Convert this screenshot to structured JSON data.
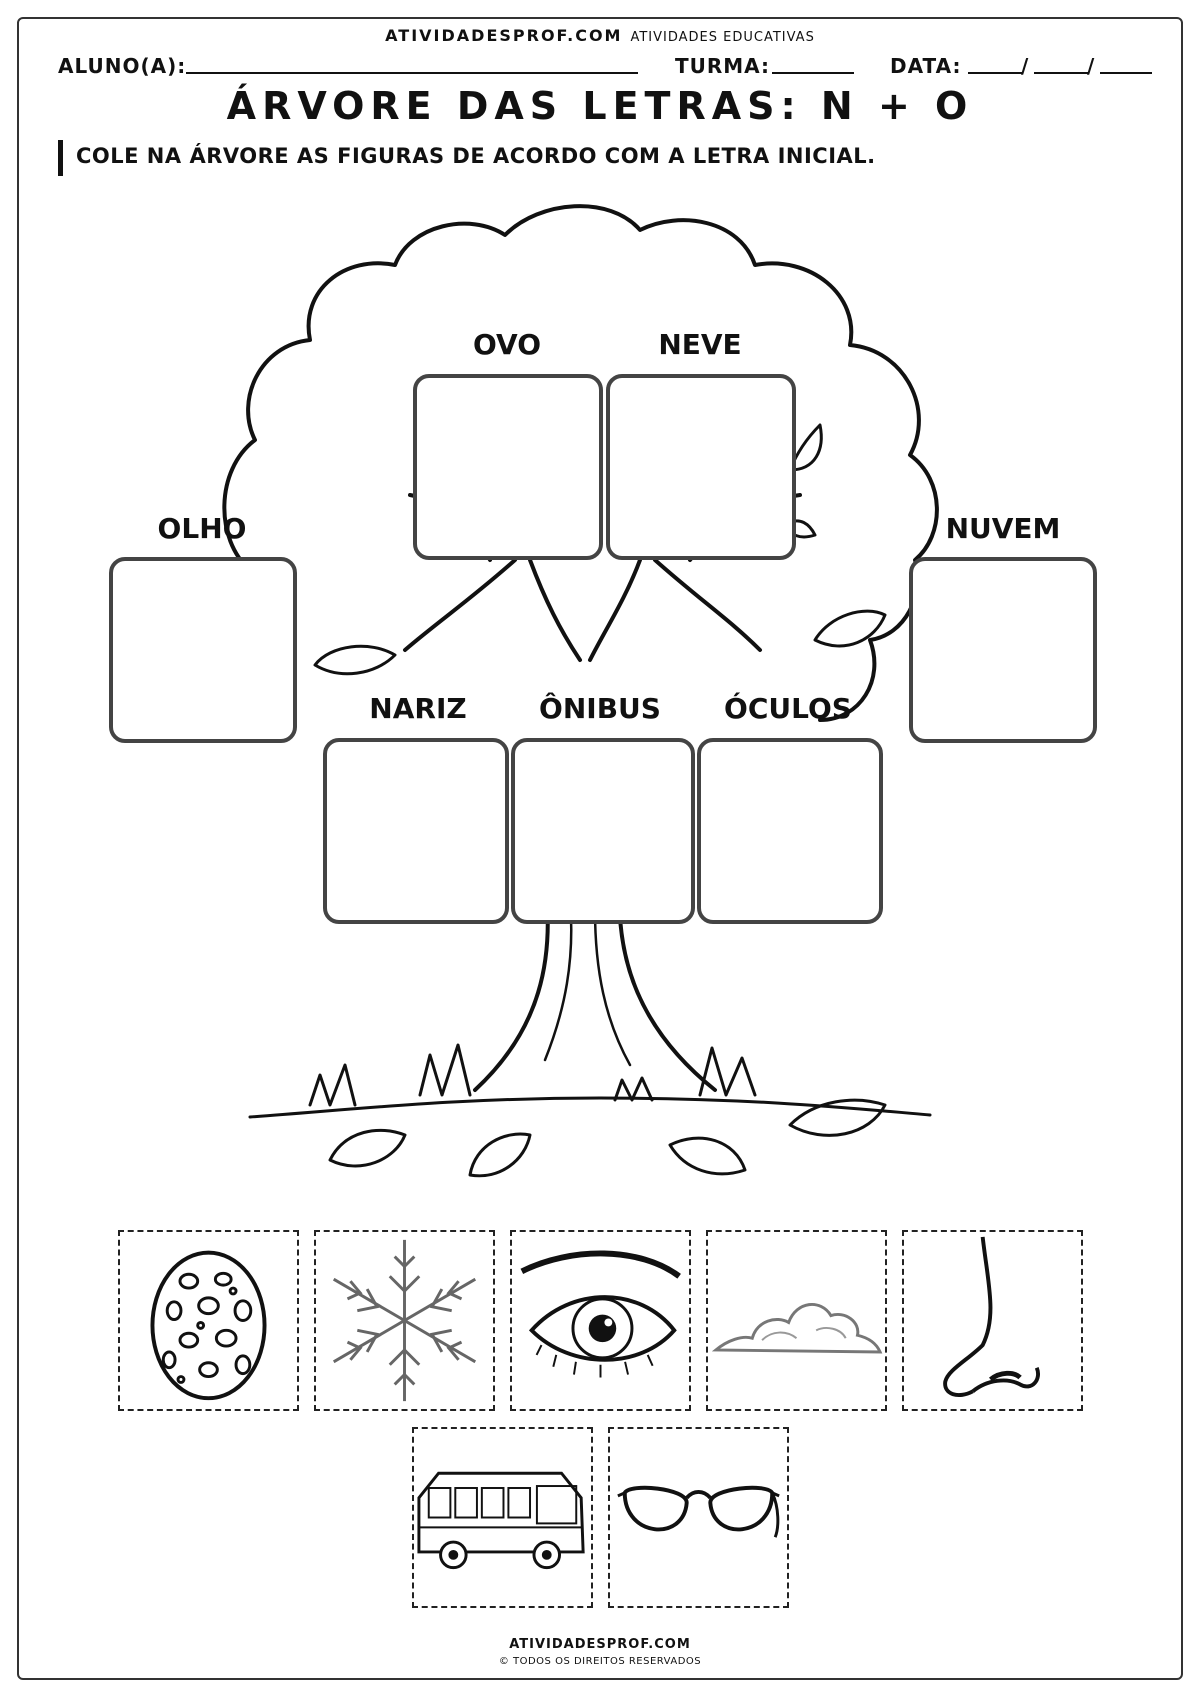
{
  "header": {
    "site": "ATIVIDADESPROF.COM",
    "site_sub": "ATIVIDADES EDUCATIVAS",
    "aluno_label": "ALUNO(A):",
    "turma_label": "TURMA:",
    "data_label": "DATA:",
    "data_sep1": "/",
    "data_sep2": "/"
  },
  "title": "ÁRVORE DAS LETRAS: N + O",
  "instruction": "COLE NA ÁRVORE AS FIGURAS DE ACORDO COM A LETRA INICIAL.",
  "tree_words": {
    "ovo": "OVO",
    "neve": "NEVE",
    "olho": "OLHO",
    "nuvem": "NUVEM",
    "nariz": "NARIZ",
    "onibus": "ÔNIBUS",
    "oculos": "ÓCULOS"
  },
  "cutout_icons": [
    "egg-icon",
    "snowflake-icon",
    "eye-icon",
    "cloud-icon",
    "nose-icon",
    "bus-icon",
    "glasses-icon"
  ],
  "footer": {
    "site": "ATIVIDADESPROF.COM",
    "rights": "© TODOS OS DIREITOS RESERVADOS"
  }
}
